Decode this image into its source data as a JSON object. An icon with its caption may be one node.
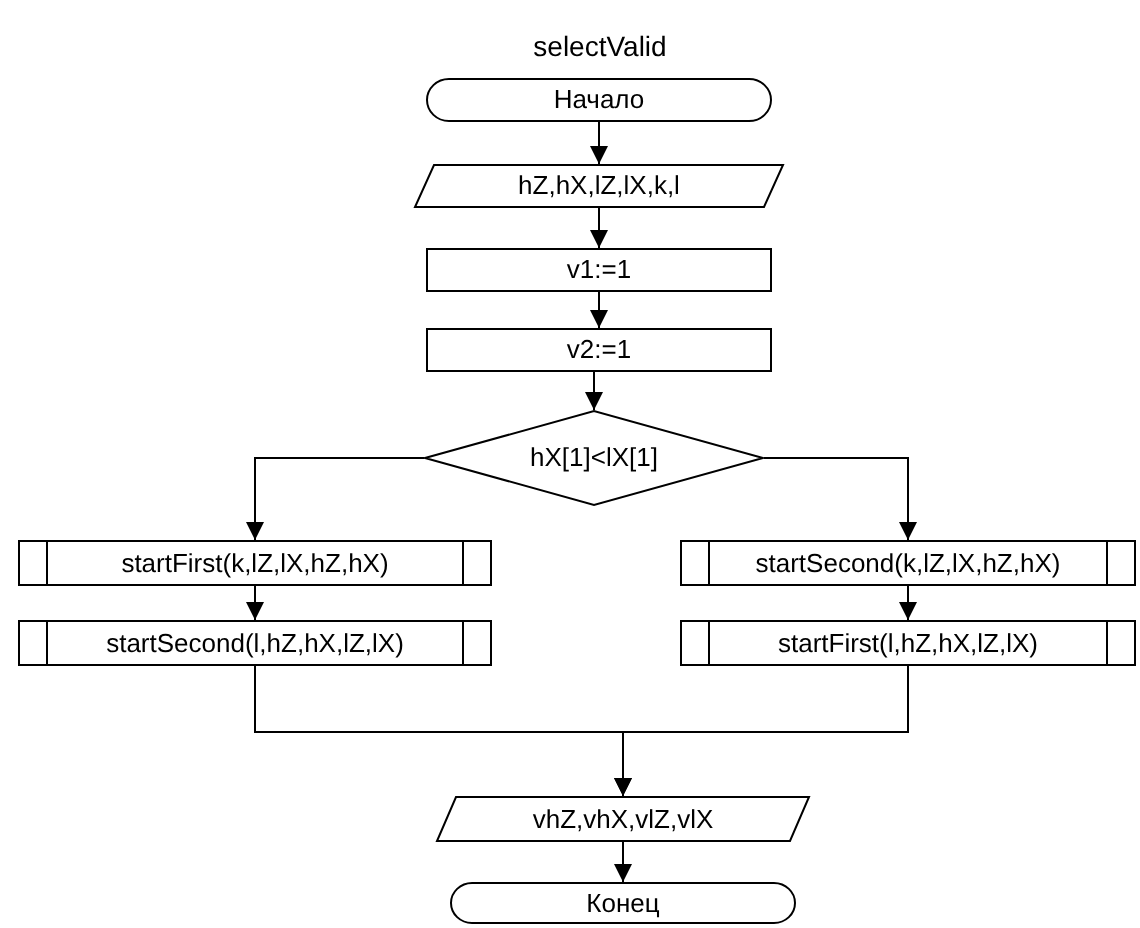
{
  "diagram": {
    "title": "selectValid",
    "nodes": [
      {
        "text": [
          "Начало"
        ]
      },
      {
        "text": [
          "hZ,hX,lZ,lX,k,l"
        ]
      },
      {
        "text": [
          "v1:=1"
        ]
      },
      {
        "text": [
          "v2:=1"
        ]
      },
      {
        "text": [
          "hX[1]<lX[1]"
        ]
      },
      {
        "text": [
          "startFirst(k,lZ,lX,hZ,hX)"
        ]
      },
      {
        "text": [
          "startSecond(l,hZ,hX,lZ,lX)"
        ]
      },
      {
        "text": [
          "startSecond(k,lZ,lX,hZ,hX)"
        ]
      },
      {
        "text": [
          "startFirst(l,hZ,hX,lZ,lX)"
        ]
      },
      {
        "text": [
          "vhZ,vhX,vlZ,vlX"
        ]
      },
      {
        "text": [
          "Конец"
        ]
      }
    ],
    "edges": [
      {
        "from": 0,
        "to": 1,
        "arrow": "to"
      },
      {
        "from": 1,
        "to": 2,
        "arrow": "to"
      },
      {
        "from": 2,
        "to": 3,
        "arrow": "to"
      },
      {
        "from": 3,
        "to": 4,
        "arrow": "to"
      },
      {
        "from": 4,
        "to": 5,
        "arrow": "to"
      },
      {
        "from": 5,
        "to": 6,
        "arrow": "to"
      },
      {
        "from": 4,
        "to": 7,
        "arrow": "to"
      },
      {
        "from": 7,
        "to": 8,
        "arrow": "to"
      },
      {
        "from": 6,
        "to": 9,
        "arrow": "to"
      },
      {
        "from": 8,
        "to": 9,
        "arrow": "to"
      },
      {
        "from": 9,
        "to": 10,
        "arrow": "to"
      }
    ]
  }
}
